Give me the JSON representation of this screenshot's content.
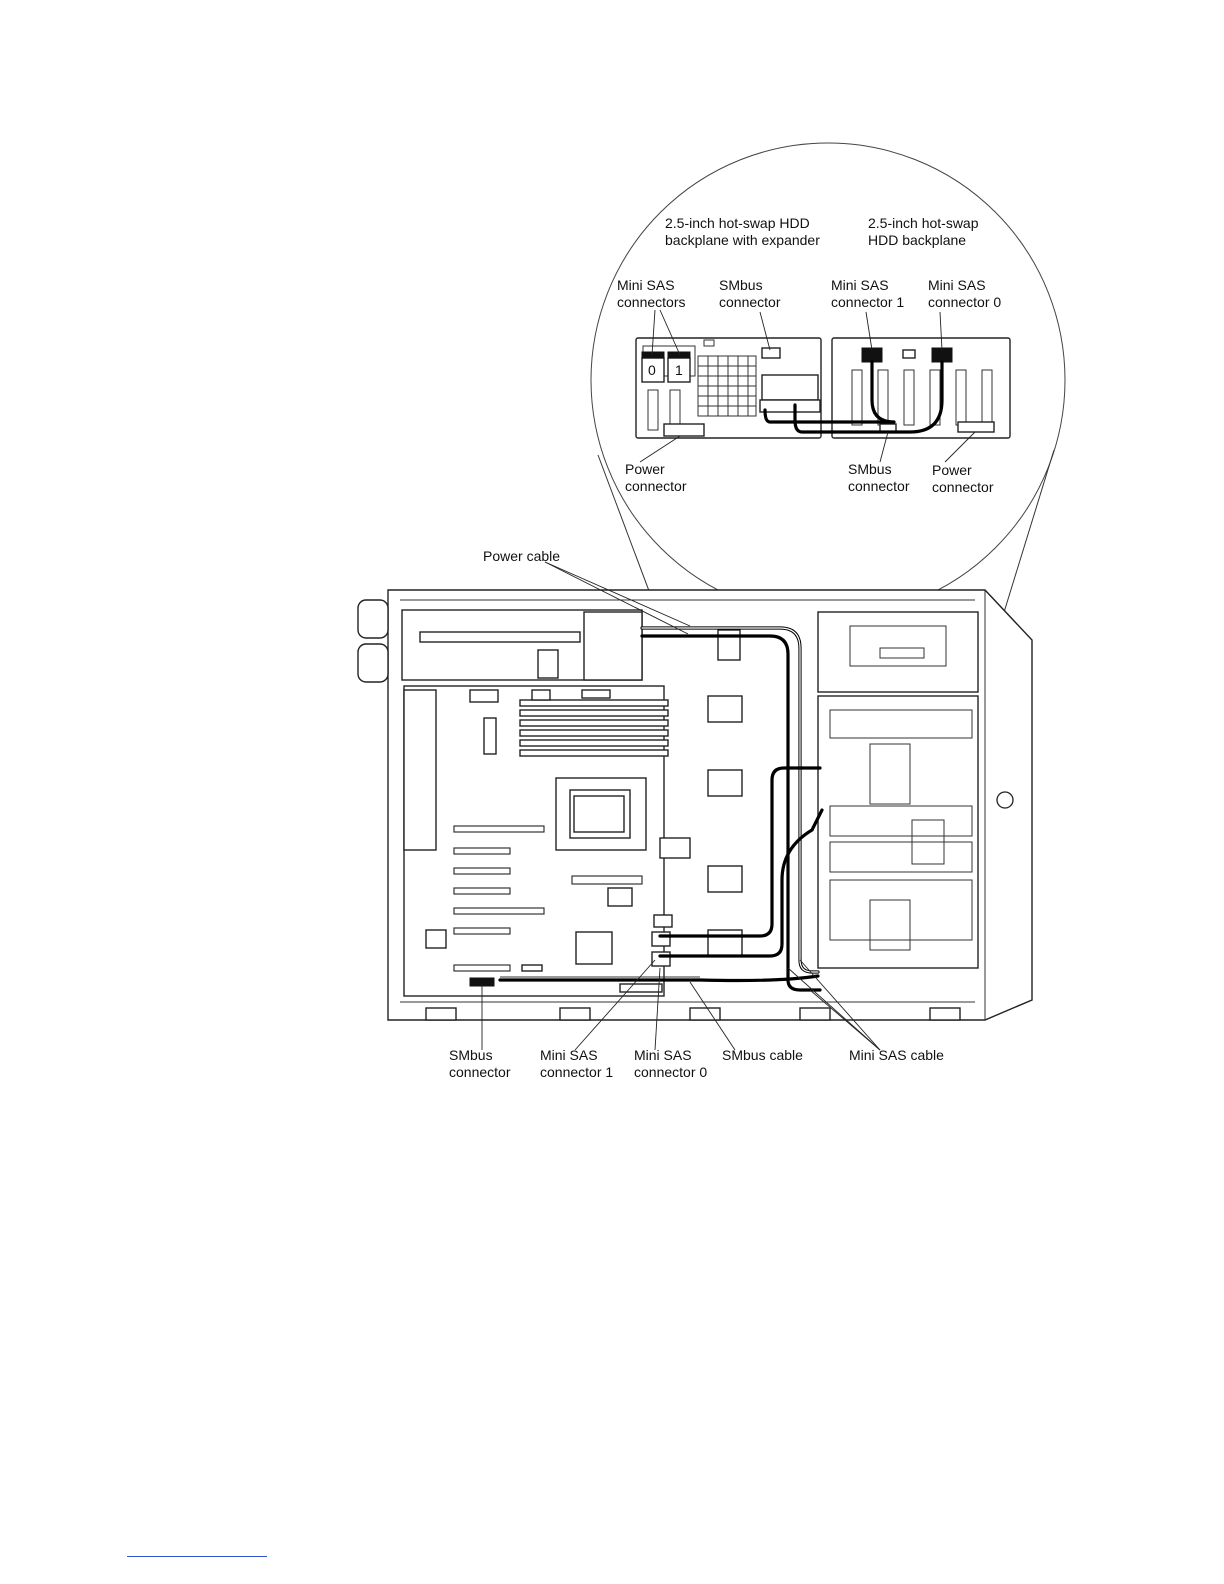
{
  "labels": {
    "backplane_expander": [
      "2.5-inch hot-swap HDD",
      "backplane with expander"
    ],
    "backplane_plain": [
      "2.5-inch hot-swap",
      "HDD backplane"
    ],
    "detail_mini_sas_connectors": [
      "Mini SAS",
      "connectors"
    ],
    "detail_smbus_connector_top": [
      "SMbus",
      "connector"
    ],
    "detail_mini_sas_connector_1": [
      "Mini SAS",
      "connector 1"
    ],
    "detail_mini_sas_connector_0": [
      "Mini SAS",
      "connector 0"
    ],
    "detail_power_connector_left": [
      "Power",
      "connector"
    ],
    "detail_smbus_connector_bottom": [
      "SMbus",
      "connector"
    ],
    "detail_power_connector_right": [
      "Power",
      "connector"
    ],
    "power_cable": "Power cable",
    "board_smbus_connector": [
      "SMbus",
      "connector"
    ],
    "board_mini_sas_connector_1": [
      "Mini SAS",
      "connector 1"
    ],
    "board_mini_sas_connector_0": [
      "Mini SAS",
      "connector 0"
    ],
    "smbus_cable": "SMbus cable",
    "mini_sas_cable": "Mini SAS cable",
    "port_numbers": [
      "0",
      "1"
    ]
  }
}
